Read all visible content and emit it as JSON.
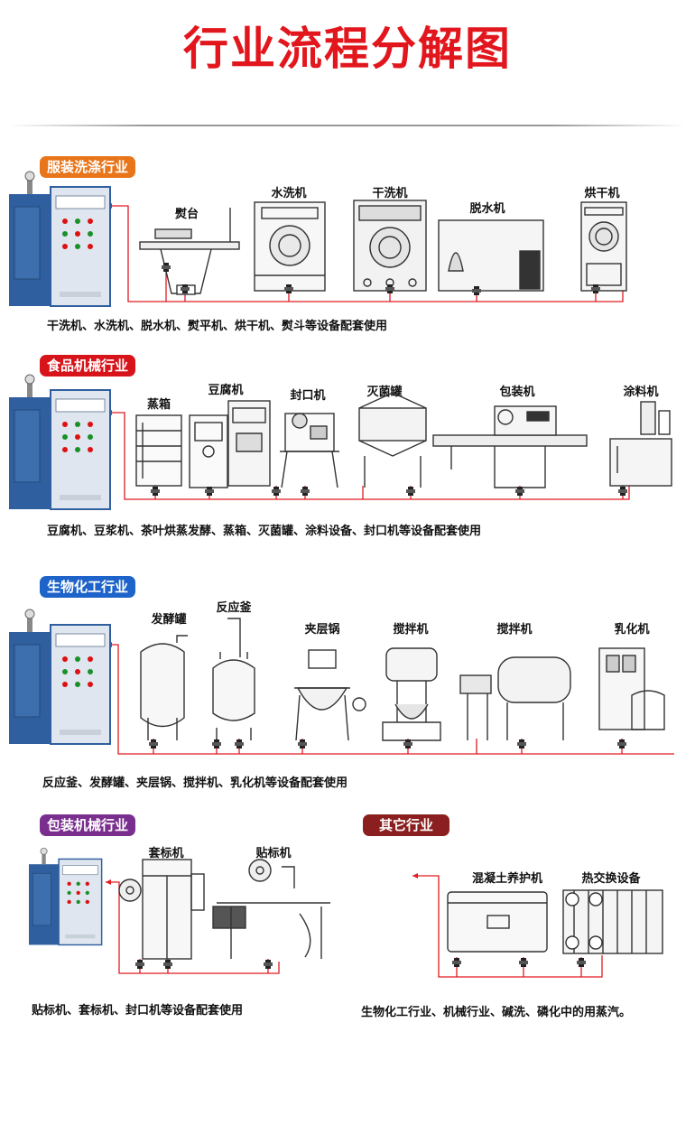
{
  "page": {
    "title": "行业流程分解图"
  },
  "sections": {
    "garment": {
      "badge": "服装洗涤行业",
      "badge_color": "#e8751a",
      "machines": [
        "熨台",
        "水洗机",
        "干洗机",
        "脱水机",
        "烘干机"
      ],
      "caption": "干洗机、水洗机、脱水机、熨平机、烘干机、熨斗等设备配套使用"
    },
    "food": {
      "badge": "食品机械行业",
      "badge_color": "#d8141b",
      "machines": [
        "蒸箱",
        "豆腐机",
        "封口机",
        "灭菌罐",
        "包装机",
        "涂料机"
      ],
      "caption": "豆腐机、豆浆机、茶叶烘蒸发酵、蒸箱、灭菌罐、涂料设备、封口机等设备配套使用"
    },
    "biochem": {
      "badge": "生物化工行业",
      "badge_color": "#1d63c9",
      "machines": [
        "发酵罐",
        "反应釜",
        "夹层锅",
        "搅拌机",
        "搅拌机",
        "乳化机"
      ],
      "caption": "反应釜、发酵罐、夹层锅、搅拌机、乳化机等设备配套使用"
    },
    "packaging": {
      "badge": "包装机械行业",
      "badge_color": "#7a2f8e",
      "machines": [
        "套标机",
        "贴标机"
      ],
      "caption": "贴标机、套标机、封口机等设备配套使用"
    },
    "other": {
      "badge": "其它行业",
      "badge_color": "#8b1f1f",
      "machines": [
        "混凝土养护机",
        "热交换设备"
      ],
      "caption": "生物化工行业、机械行业、碱洗、磷化中的用蒸汽。"
    }
  },
  "colors": {
    "pipe": "#e01b22",
    "boiler_body": "#2f5f9f",
    "boiler_panel": "#dfe6ef",
    "line_art": "#333333"
  }
}
